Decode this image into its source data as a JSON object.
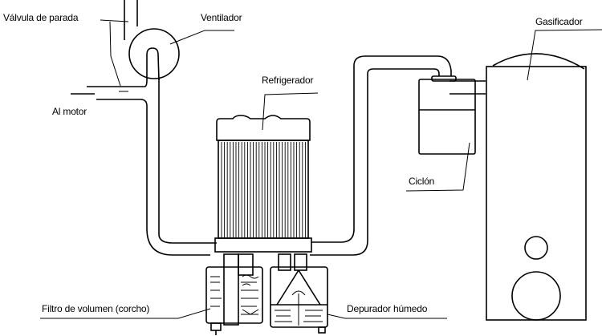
{
  "diagram": {
    "labels": {
      "valve": "Válvula de parada",
      "fan": "Ventilador",
      "motor": "Al motor",
      "cooler": "Refrigerador",
      "gasifier": "Gasificador",
      "cyclone": "Ciclón",
      "cork_filter": "Filtro de volumen (corcho)",
      "wet_scrubber": "Depurador húmedo"
    },
    "colors": {
      "line": "#000000",
      "background": "#ffffff"
    }
  }
}
